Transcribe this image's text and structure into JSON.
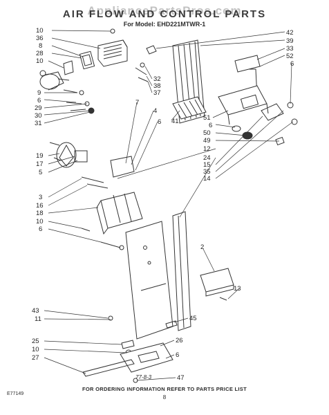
{
  "header": {
    "title": "AIR FLOW AND CONTROL PARTS",
    "model_label": "For Model: EHD221MTWR-1",
    "watermark": "AppliancePartsPros.com"
  },
  "callouts": {
    "c10a": "10",
    "c36": "36",
    "c8": "8",
    "c28": "28",
    "c10b": "10",
    "c9": "9",
    "c6a": "6",
    "c29": "29",
    "c30": "30",
    "c31": "31",
    "c32": "32",
    "c38": "38",
    "c37": "37",
    "c7": "7",
    "c4": "4",
    "c6b": "6",
    "c41": "41",
    "c42": "42",
    "c39": "39",
    "c33": "33",
    "c52": "52",
    "c6c": "6",
    "c51": "51",
    "c6d": "6",
    "c50": "50",
    "c49": "49",
    "c12": "12",
    "c24": "24",
    "c15": "15",
    "c35": "35",
    "c14": "14",
    "c19": "19",
    "c17": "17",
    "c5": "5",
    "c3": "3",
    "c16": "16",
    "c18": "18",
    "c10c": "10",
    "c6e": "6",
    "c2": "2",
    "c13": "13",
    "c45": "45",
    "c43": "43",
    "c11": "11",
    "c25": "25",
    "c26": "26",
    "c10d": "10",
    "c6f": "6",
    "c27": "27",
    "c47": "47"
  },
  "footer": {
    "note": "FOR ORDERING INFORMATION REFER TO PARTS PRICE LIST",
    "page_number": "8",
    "doc_code": "E77149",
    "signature": "77-8-3"
  }
}
